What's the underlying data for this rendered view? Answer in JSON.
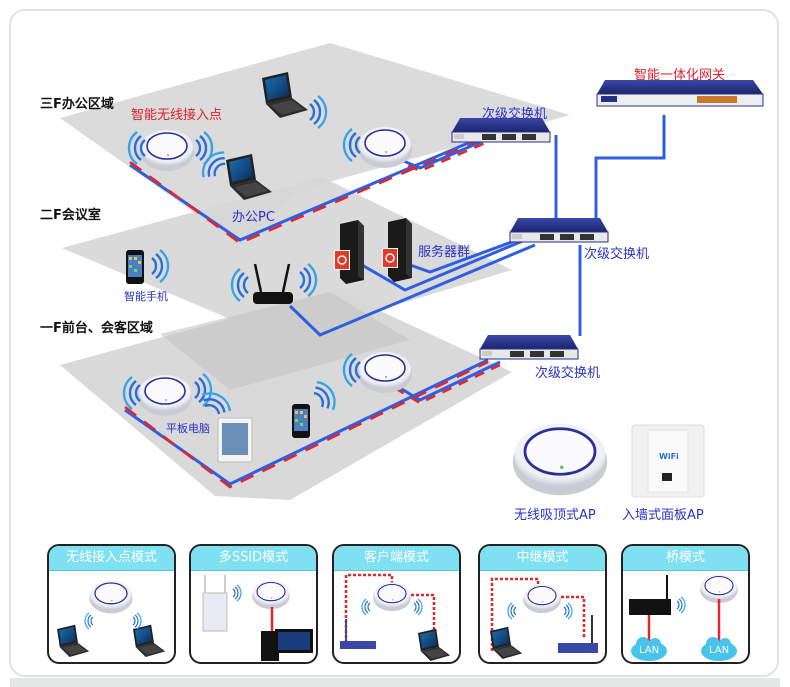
{
  "floors": {
    "f3": "三F办公区域",
    "f2": "二F会议室",
    "f1": "一F前台、会客区域"
  },
  "labels": {
    "smart_ap": "智能无线接入点",
    "office_pc": "办公PC",
    "secondary_switch_top": "次级交换机",
    "gateway": "智能一体化网关",
    "secondary_switch_mid": "次级交换机",
    "server_group": "服务器群",
    "smartphone": "智能手机",
    "secondary_switch_bottom": "次级交换机",
    "tablet": "平板电脑",
    "ceiling_ap": "无线吸顶式AP",
    "wall_ap": "入墙式面板AP",
    "wifi_badge": "WiFi"
  },
  "modes": [
    {
      "title": "无线接入点模式"
    },
    {
      "title": "多SSID模式"
    },
    {
      "title": "客户端模式"
    },
    {
      "title": "中继模式"
    },
    {
      "title": "桥模式",
      "lan_labels": [
        "LAN",
        "LAN"
      ]
    }
  ],
  "colors": {
    "red_label": "#e0202a",
    "blue_label": "#2a32c8",
    "cable_blue": "#2f5fe0",
    "cable_red": "#e3262b",
    "switch_navy": "#24308a",
    "mode_header": "#7ee0f0",
    "floor_gray": "#d8d8d8"
  }
}
